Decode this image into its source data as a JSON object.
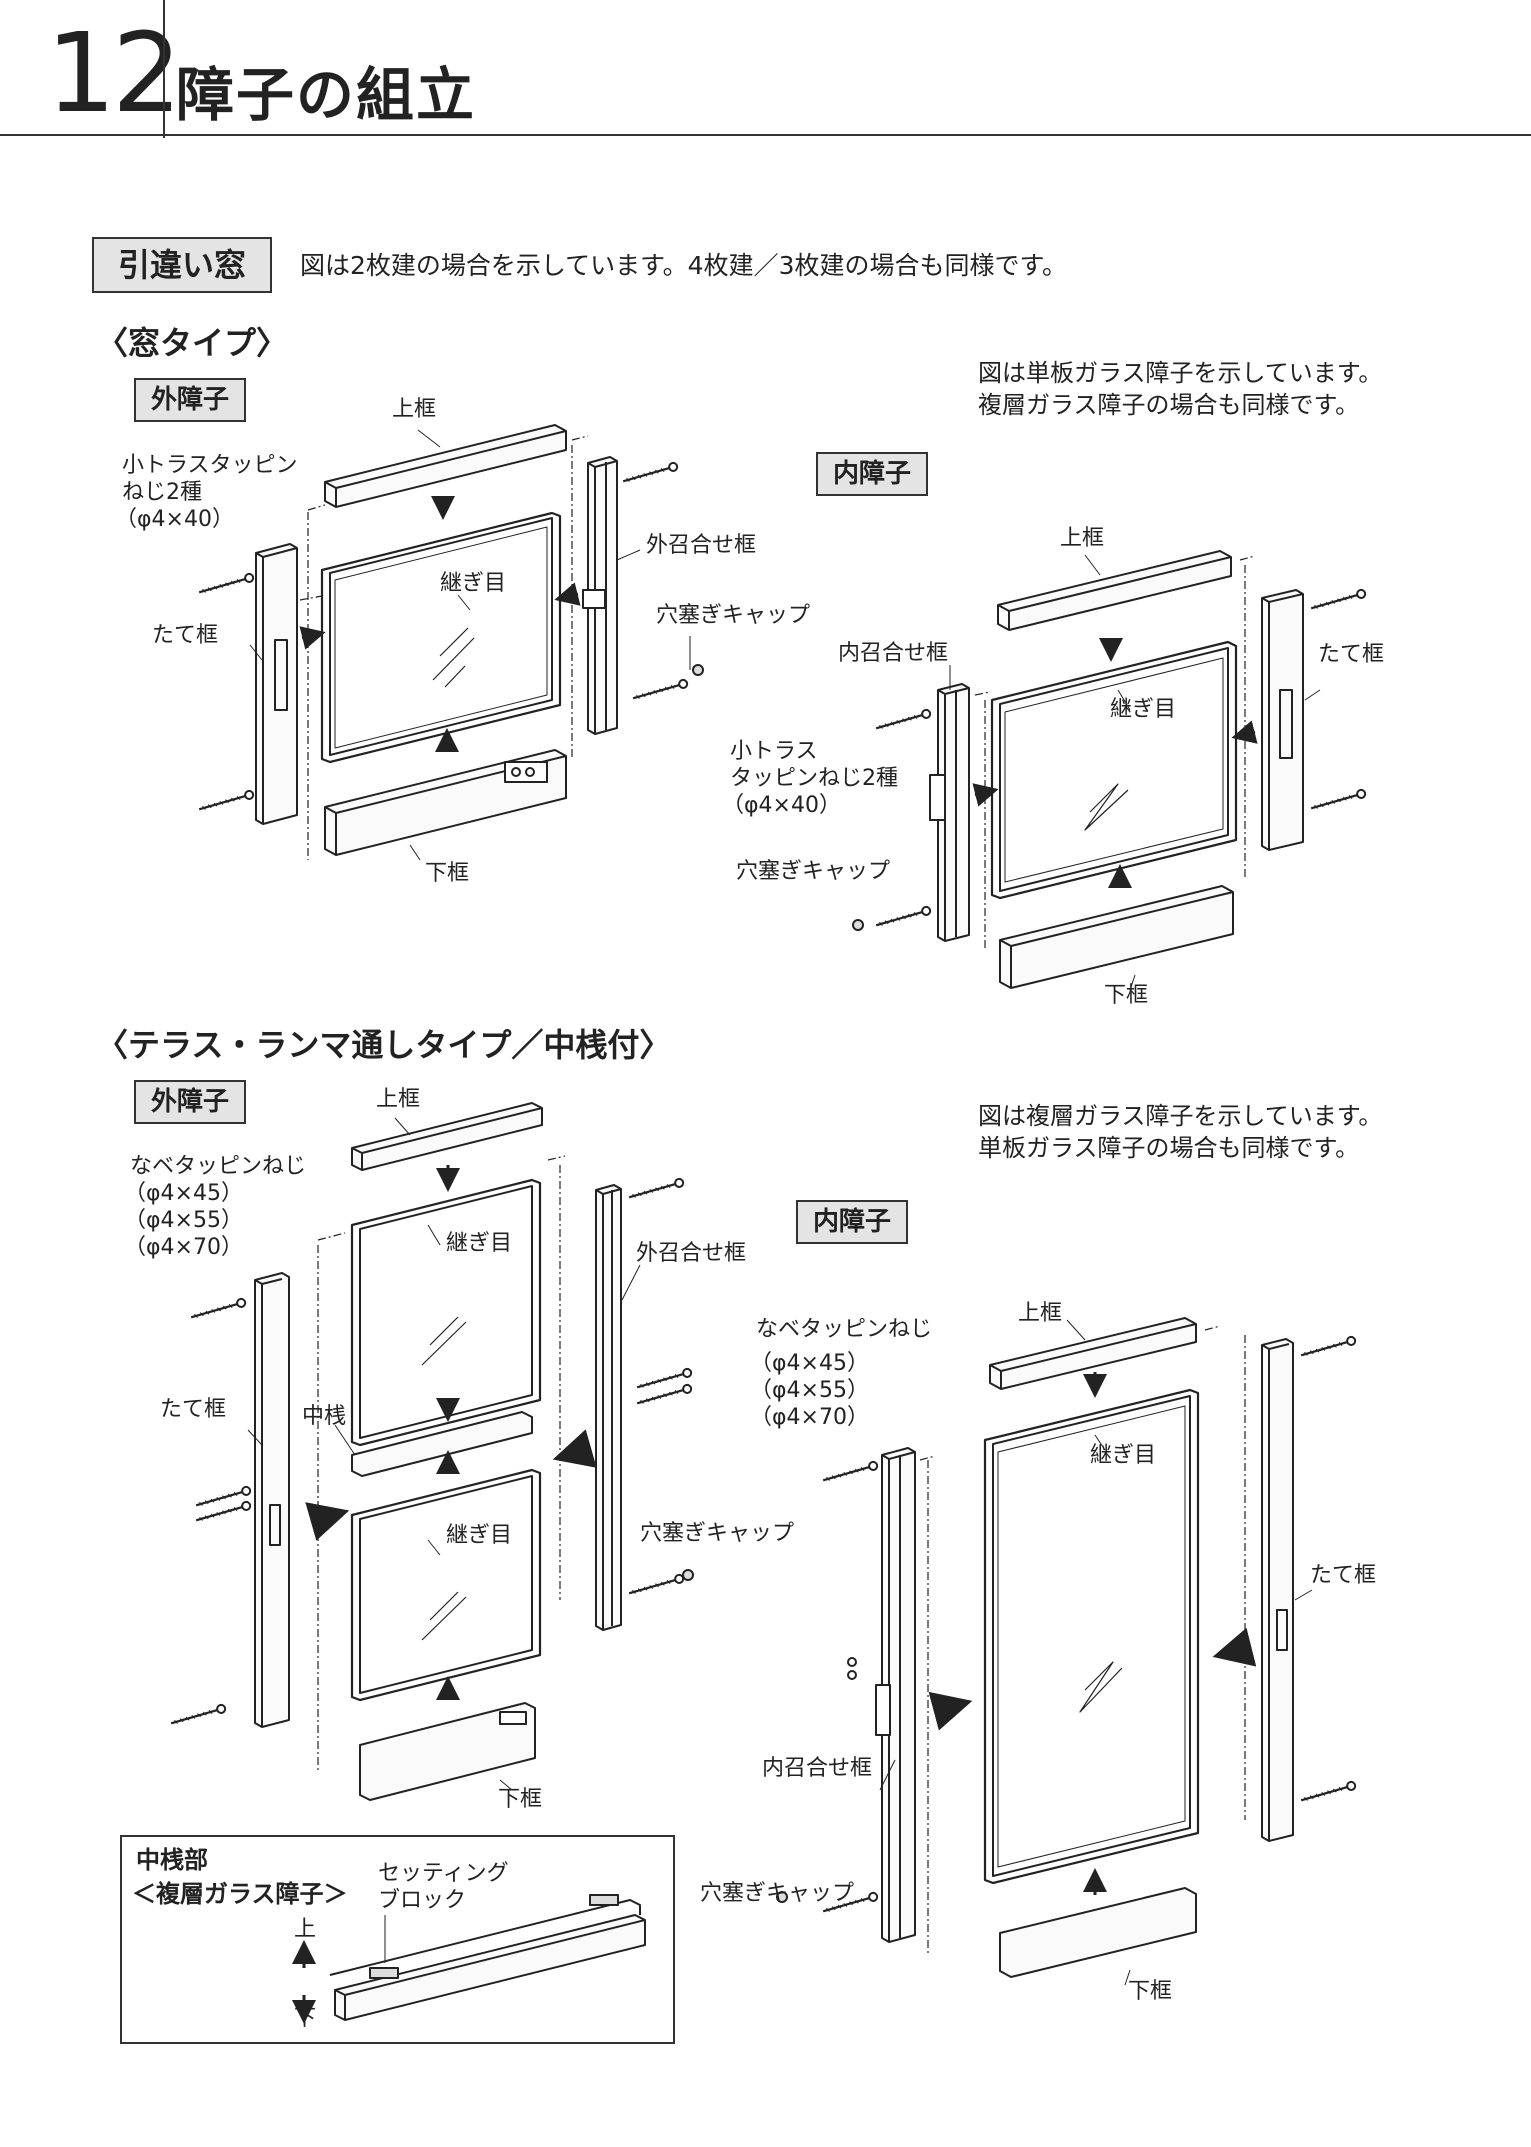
{
  "header": {
    "number": "12",
    "title": "障子の組立"
  },
  "intro": {
    "tag": "引違い窓",
    "text": "図は2枚建の場合を示しています。4枚建／3枚建の場合も同様です。"
  },
  "window_type": {
    "heading": "〈窓タイプ〉",
    "outer": {
      "tag": "外障子",
      "top_frame": "上框",
      "screw_line1": "小トラスタッピン",
      "screw_line2": "ねじ2種",
      "screw_line3": "（φ4×40）",
      "seam": "継ぎ目",
      "meeting_stile": "外召合せ框",
      "side_stile": "たて框",
      "cap": "穴塞ぎキャップ",
      "bottom_frame": "下框"
    },
    "note_line1": "図は単板ガラス障子を示しています。",
    "note_line2": "複層ガラス障子の場合も同様です。",
    "inner": {
      "tag": "内障子",
      "top_frame": "上框",
      "meeting_stile": "内召合せ框",
      "side_stile": "たて框",
      "seam": "継ぎ目",
      "screw_line1": "小トラス",
      "screw_line2": "タッピンねじ2種",
      "screw_line3": "（φ4×40）",
      "cap": "穴塞ぎキャップ",
      "bottom_frame": "下框"
    }
  },
  "terrace_type": {
    "heading": "〈テラス・ランマ通しタイプ／中桟付〉",
    "outer": {
      "tag": "外障子",
      "top_frame": "上框",
      "screw_line1": "なベタッピンねじ",
      "screw_line2": "（φ4×45）",
      "screw_line3": "（φ4×55）",
      "screw_line4": "（φ4×70）",
      "seam_upper": "継ぎ目",
      "meeting_stile": "外召合せ框",
      "side_stile": "たて框",
      "mid_rail": "中桟",
      "seam_lower": "継ぎ目",
      "cap": "穴塞ぎキャップ",
      "bottom_frame": "下框"
    },
    "note_line1": "図は複層ガラス障子を示しています。",
    "note_line2": "単板ガラス障子の場合も同様です。",
    "inner": {
      "tag": "内障子",
      "screw_line1": "なベタッピンねじ",
      "screw_line2": "（φ4×45）",
      "screw_line3": "（φ4×55）",
      "screw_line4": "（φ4×70）",
      "top_frame": "上框",
      "seam": "継ぎ目",
      "side_stile": "たて框",
      "meeting_stile": "内召合せ框",
      "cap": "穴塞ぎキャップ",
      "bottom_frame": "下框"
    },
    "inset": {
      "title": "中桟部",
      "subtitle": "＜複層ガラス障子＞",
      "block_line1": "セッティング",
      "block_line2": "ブロック",
      "up": "上",
      "down": "下"
    }
  }
}
